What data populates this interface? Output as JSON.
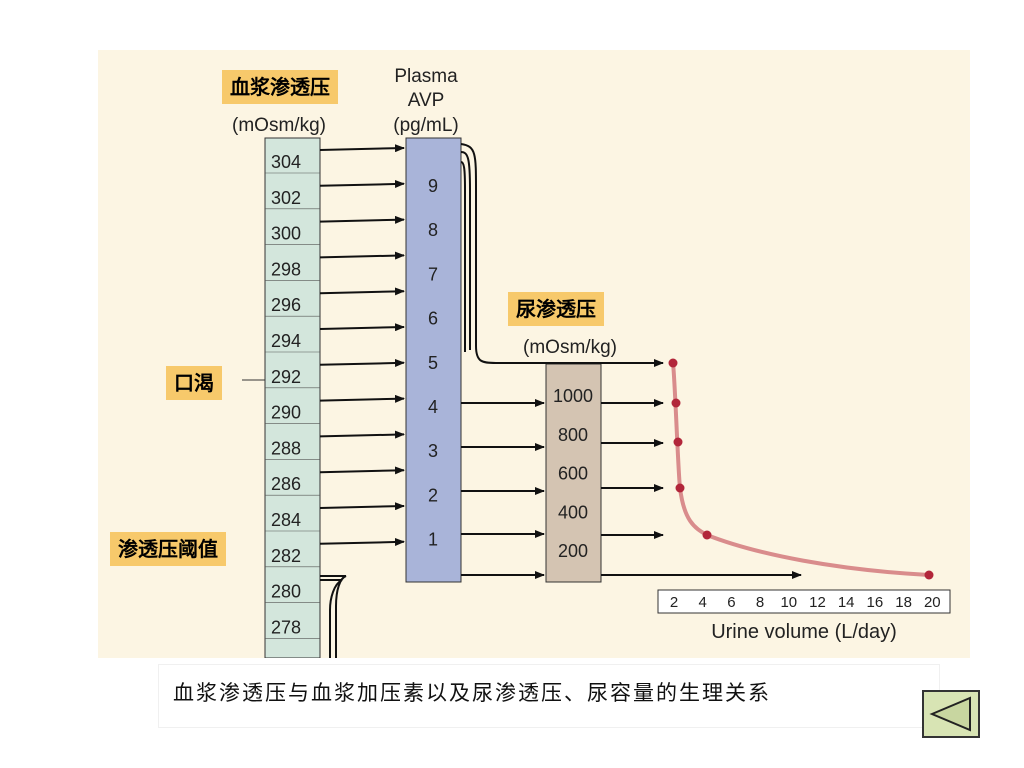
{
  "plasma_osm": {
    "title": "血浆渗透压",
    "unit": "(mOsm/kg)",
    "ticks": [
      "304",
      "302",
      "300",
      "298",
      "296",
      "294",
      "292",
      "290",
      "288",
      "286",
      "284",
      "282",
      "280",
      "278"
    ]
  },
  "plasma_avp": {
    "title_line1": "Plasma",
    "title_line2": "AVP",
    "unit": "(pg/mL)",
    "ticks": [
      "9",
      "8",
      "7",
      "6",
      "5",
      "4",
      "3",
      "2",
      "1"
    ]
  },
  "urine_osm": {
    "title": "尿渗透压",
    "unit": "(mOsm/kg)",
    "ticks": [
      "1000",
      "800",
      "600",
      "400",
      "200"
    ]
  },
  "urine_volume": {
    "ticks": [
      "2",
      "4",
      "6",
      "8",
      "10",
      "12",
      "14",
      "16",
      "18",
      "20"
    ],
    "label": "Urine volume (L/day)"
  },
  "annotations": {
    "thirst": "口渴",
    "threshold": "渗透压阈值"
  },
  "caption": "血浆渗透压与血浆加压素以及尿渗透压、尿容量的生理关系",
  "colors": {
    "background": "#fcf5e3",
    "plasma_osm_bar": "#d3e6dc",
    "avp_bar": "#a9b4d9",
    "urine_osm_bar": "#d4c4b2",
    "curve": "#d98c8c",
    "point": "#b2263a",
    "label_bg": "#f7c96b"
  },
  "nav": {
    "back_icon": "triangle-left-icon"
  }
}
